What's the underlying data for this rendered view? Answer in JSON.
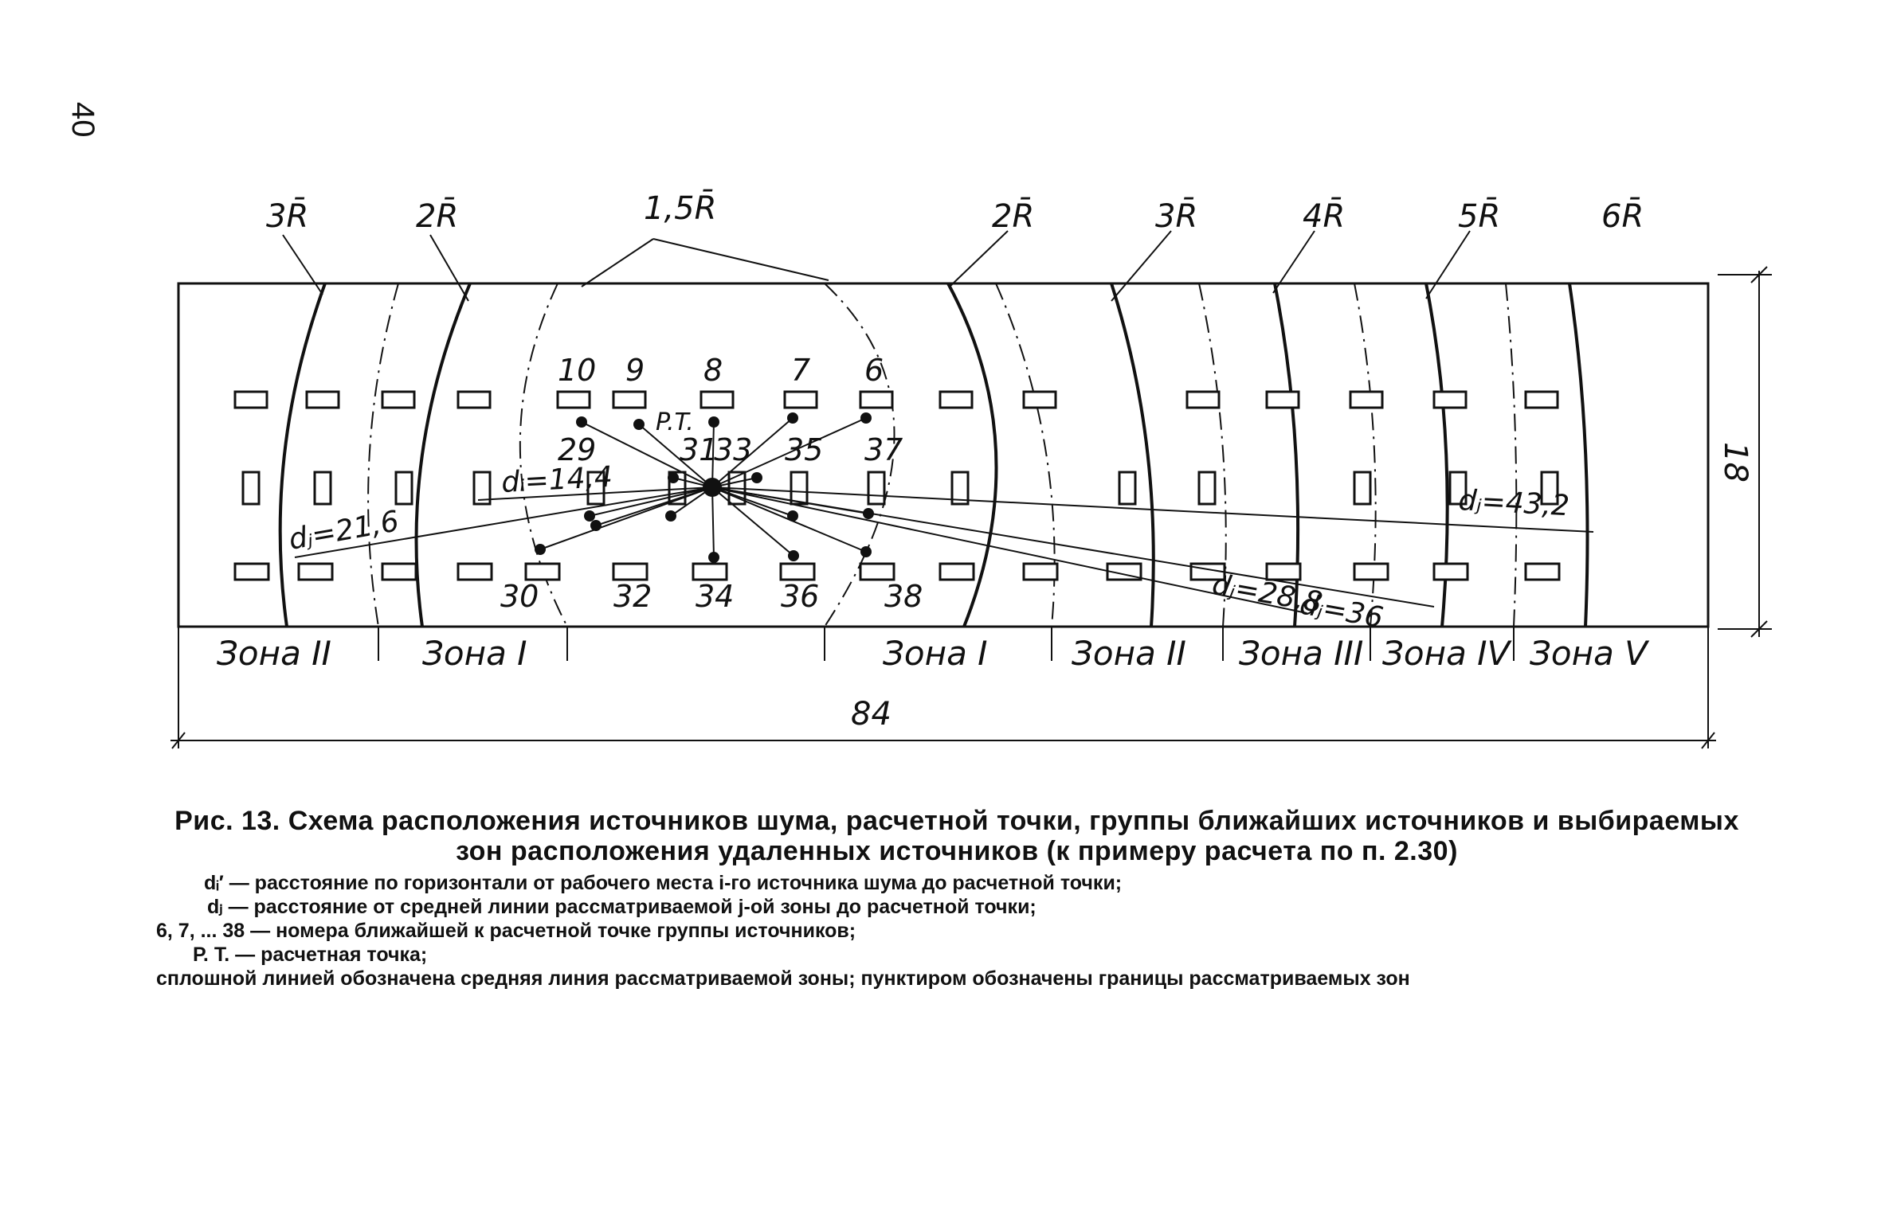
{
  "page": {
    "number": "40"
  },
  "figure": {
    "radius_labels": [
      "3R̄",
      "2R̄",
      "1,5R̄",
      "2R̄",
      "3R̄",
      "4R̄",
      "5R̄",
      "6R̄"
    ],
    "source_numbers_top": [
      "10",
      "9",
      "8",
      "7",
      "6"
    ],
    "source_numbers_mid": [
      "29",
      "31",
      "33",
      "35",
      "37"
    ],
    "source_numbers_bottom": [
      "30",
      "32",
      "34",
      "36",
      "38"
    ],
    "calc_point_label": "P.T.",
    "distance_labels": [
      "dⱼ=21,6",
      "dᵢ=14,4",
      "dⱼ=28,8",
      "dⱼ=36",
      "dⱼ=43,2"
    ],
    "zone_labels": [
      "Зона II",
      "Зона I",
      "Зона I",
      "Зона II",
      "Зона III",
      "Зона IV",
      "Зона V"
    ],
    "width_dimension": "84",
    "height_dimension": "18"
  },
  "caption": {
    "title": "Рис. 13. Схема расположения источников шума,  расчетной точки, группы ближайших источников и выбираемых зон расположения удаленных  источников (к примеру расчета по п. 2.30)",
    "legend": [
      "dᵢ′ — расстояние по горизонтали от рабочего места i-го источника шума  до расчетной точки;",
      "dⱼ — расстояние от средней линии рассматриваемой j-ой зоны до расчетной точки;",
      "6, 7, ... 38 — номера ближайшей к расчетной точке группы источников;",
      "Р. Т. — расчетная точка;",
      "сплошной линией обозначена средняя линия рассматриваемой зоны; пунктиром обозначены границы рассматриваемых зон"
    ]
  }
}
